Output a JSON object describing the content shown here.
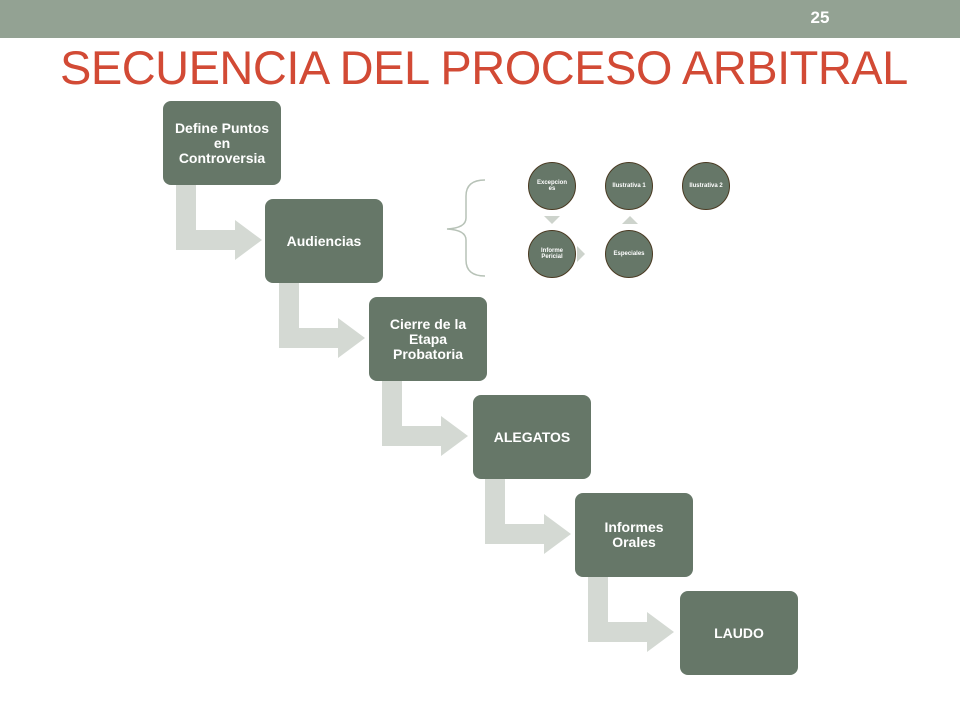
{
  "slide": {
    "number": "25",
    "title": "SECUENCIA DEL PROCESO ARBITRAL"
  },
  "steps": [
    {
      "label": "Define Puntos en Controversia"
    },
    {
      "label": "Audiencias"
    },
    {
      "label": "Cierre de la Etapa Probatoria"
    },
    {
      "label": "ALEGATOS"
    },
    {
      "label": "Informes Orales"
    },
    {
      "label": "LAUDO"
    }
  ],
  "sub_process": {
    "nodes": [
      {
        "label": "Excepcion es"
      },
      {
        "label": "Informe Pericial"
      },
      {
        "label": "Especiales"
      },
      {
        "label": "Ilustrativa 1"
      },
      {
        "label": "Ilustrativa 2"
      }
    ]
  },
  "colors": {
    "topbar": "#93a293",
    "title": "#d24a35",
    "box": "#667768",
    "arrow": "#d4d9d3"
  }
}
